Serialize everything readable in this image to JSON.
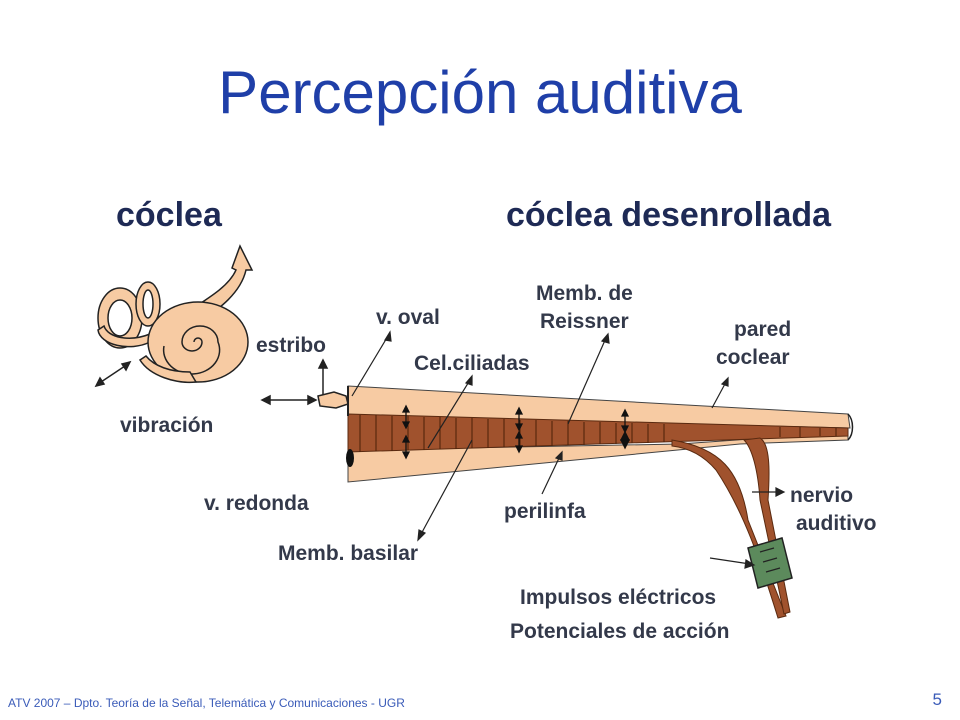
{
  "title": "Percepción auditiva",
  "headings": {
    "left": "cóclea",
    "right": "cóclea desenrollada"
  },
  "labels": {
    "vibracion": "vibración",
    "estribo": "estribo",
    "v_oval": "v. oval",
    "cel_ciliadas": "Cel.ciliadas",
    "memb_reissner_1": "Memb. de",
    "memb_reissner_2": "Reissner",
    "pared_1": "pared",
    "pared_2": "coclear",
    "v_redonda": "v. redonda",
    "memb_basilar": "Memb. basilar",
    "perilinfa": "perilinfa",
    "nervio_1": "nervio",
    "nervio_2": "auditivo",
    "impulsos": "Impulsos eléctricos",
    "potenciales": "Potenciales de acción"
  },
  "footer": {
    "text": "ATV 2007 – Dpto. Teoría de la Señal, Telemática y Comunicaciones - UGR",
    "page": "5"
  },
  "colors": {
    "title": "#1f3fa8",
    "text": "#33394a",
    "cochlea_fill": "#f7cba3",
    "membrane": "#a0522d",
    "line": "#222222"
  }
}
